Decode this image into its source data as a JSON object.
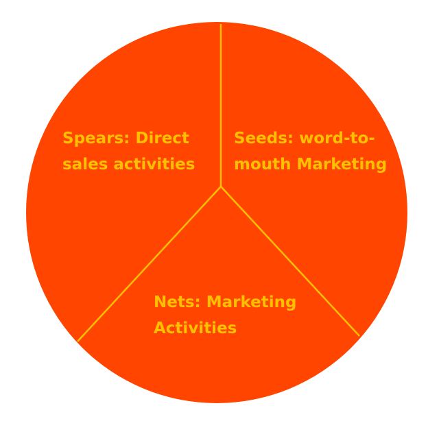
{
  "diagram": {
    "colors": {
      "fill": "#FF4500",
      "divider": "#FFC000",
      "text": "#FFC000"
    },
    "segments": [
      {
        "id": "spears",
        "lines": [
          "Spears: Direct",
          "sales activities"
        ]
      },
      {
        "id": "seeds",
        "lines": [
          "Seeds: word-to-",
          "mouth Marketing"
        ]
      },
      {
        "id": "nets",
        "lines": [
          "Nets: Marketing",
          "Activities"
        ]
      }
    ]
  }
}
